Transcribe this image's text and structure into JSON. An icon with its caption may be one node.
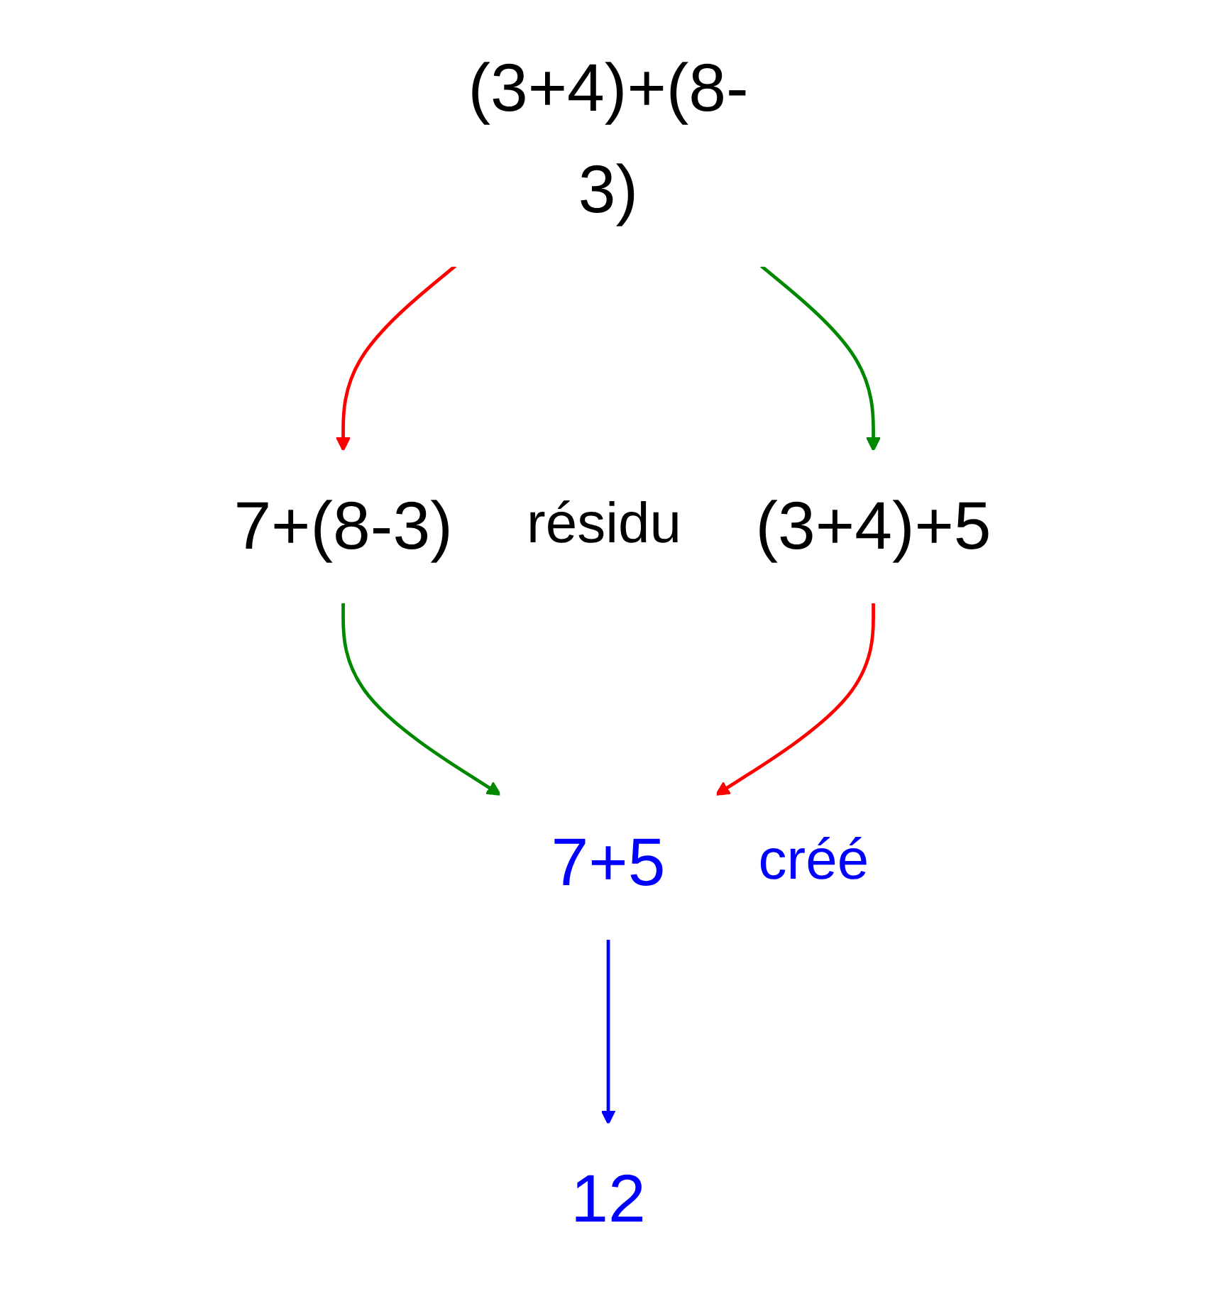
{
  "diagram": {
    "nodes": [
      {
        "text": [
          "(3+4)+(8-3)"
        ]
      },
      {
        "text": [
          "7+(8-3)"
        ]
      },
      {
        "text": [
          "(3+4)+5"
        ]
      },
      {
        "text": [
          "7+5"
        ],
        "beside": [
          "créé"
        ]
      },
      {
        "text": [
          "12"
        ]
      }
    ],
    "edges": [
      {
        "from": 0,
        "to": 1,
        "arrow": "to",
        "color": "#ff0000"
      },
      {
        "from": 0,
        "to": 2,
        "arrow": "to",
        "color": "#008800"
      },
      {
        "from": 1,
        "to": 3,
        "arrow": "to",
        "color": "#008800"
      },
      {
        "from": 2,
        "to": 3,
        "arrow": "to",
        "color": "#ff0000"
      },
      {
        "from": 3,
        "to": 4,
        "arrow": "to",
        "color": "#0000ff"
      }
    ],
    "labels": [
      "résidu"
    ]
  }
}
